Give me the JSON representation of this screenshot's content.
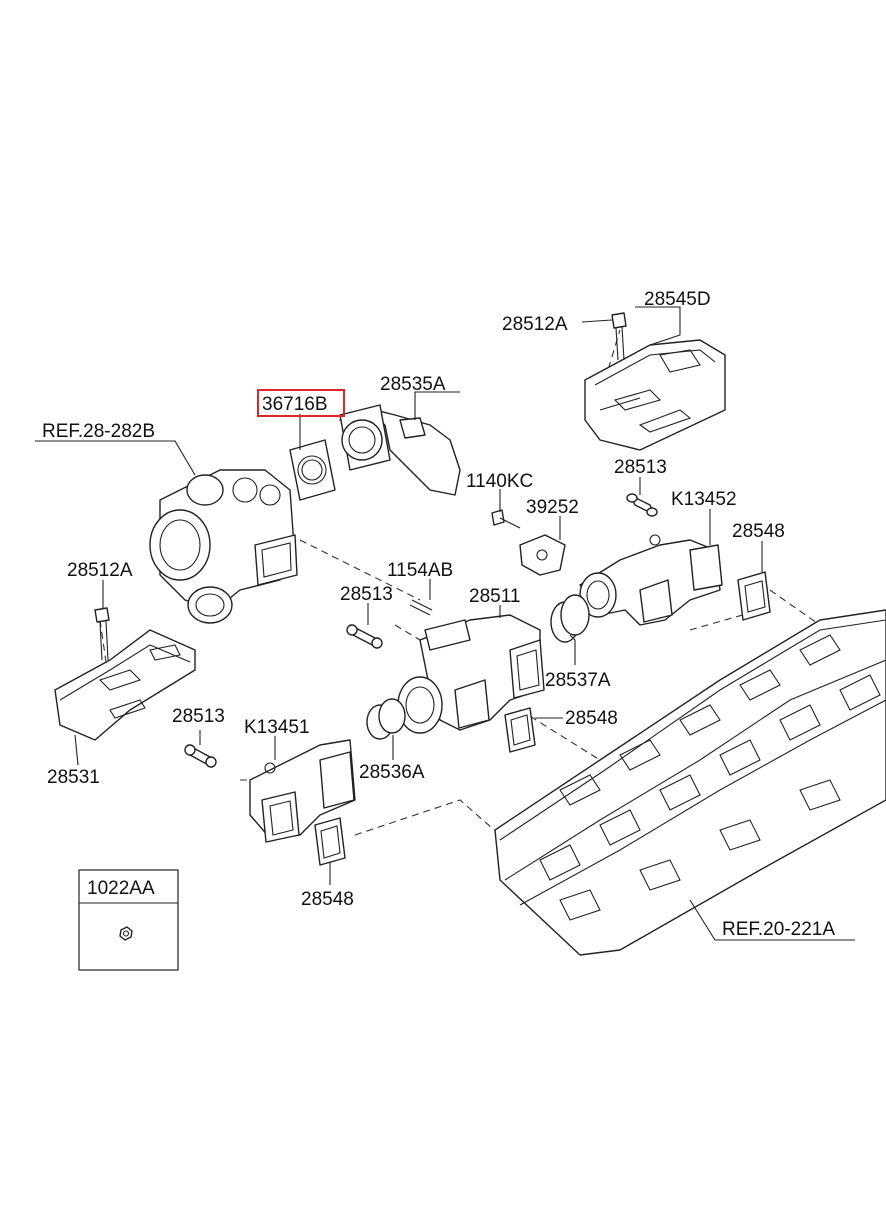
{
  "labels": {
    "l_28545D": "28545D",
    "l_28512A_top": "28512A",
    "l_28535A": "28535A",
    "l_36716B": "36716B",
    "l_ref28": "REF.28-282B",
    "l_1140KC": "1140KC",
    "l_39252": "39252",
    "l_28513_top": "28513",
    "l_K13452": "K13452",
    "l_28548_right": "28548",
    "l_28512A_left": "28512A",
    "l_1154AB": "1154AB",
    "l_28513_mid": "28513",
    "l_28511": "28511",
    "l_28537A": "28537A",
    "l_28548_mid": "28548",
    "l_28513_low": "28513",
    "l_K13451": "K13451",
    "l_28531": "28531",
    "l_28536A": "28536A",
    "l_28548_low": "28548",
    "l_ref20": "REF.20-221A",
    "l_1022AA": "1022AA"
  },
  "highlight": {
    "part": "36716B",
    "color": "#e0262b"
  }
}
